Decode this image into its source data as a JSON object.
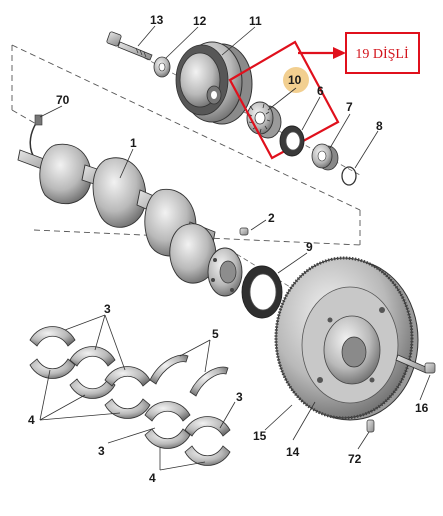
{
  "labels": {
    "p13": "13",
    "p12": "12",
    "p11": "11",
    "p10": "10",
    "p70": "70",
    "p6": "6",
    "p7": "7",
    "p8": "8",
    "p1": "1",
    "p2": "2",
    "p9": "9",
    "p3a": "3",
    "p5a": "5",
    "p4a": "4",
    "p3b": "3",
    "p3c": "3",
    "p16": "16",
    "p15": "15",
    "p14": "14",
    "p72": "72",
    "p4b": "4"
  },
  "callout": {
    "text": "19 DİŞLİ"
  },
  "colors": {
    "highlight": "#e0101c",
    "badge": "#f0c77c",
    "line": "#333333"
  }
}
